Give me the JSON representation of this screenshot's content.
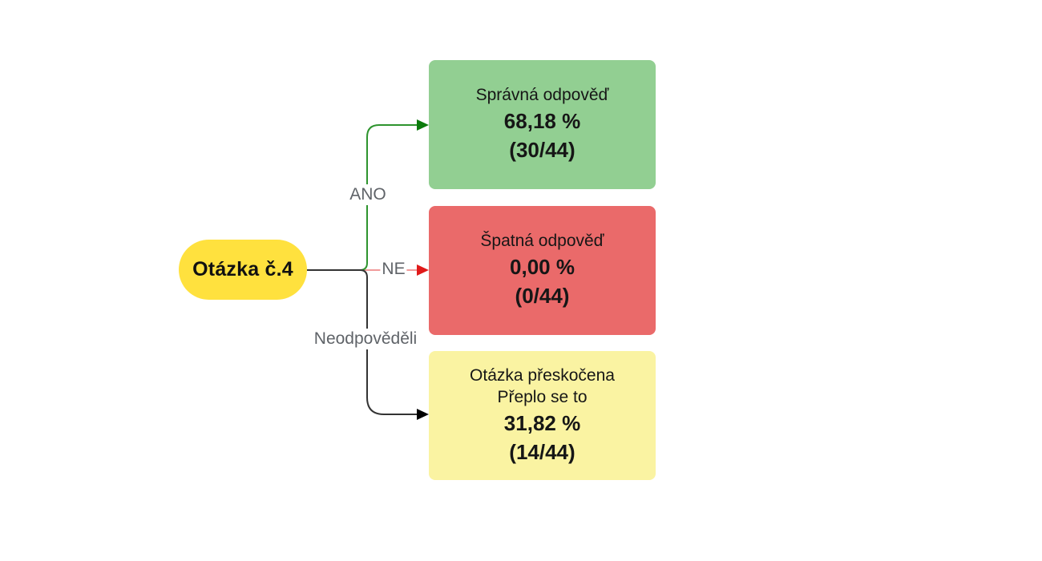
{
  "diagram": {
    "background_color": "#ffffff",
    "node": {
      "label": "Otázka č.4",
      "fill": "#FFE13E"
    },
    "edge_label_color": "#5F6368",
    "edges": {
      "yes": {
        "label": "ANO",
        "line_color": "#2E942E",
        "arrow_color": "#0B7B0B"
      },
      "no": {
        "label": "NE",
        "line_color": "#F19B9B",
        "arrow_color": "#E01A1A"
      },
      "unanswered": {
        "label": "Neodpověděli",
        "line_color": "#333333",
        "arrow_color": "#000000"
      }
    },
    "boxes": {
      "correct": {
        "title": "Správná odpověď",
        "percent": "68,18 %",
        "fraction": "(30/44)",
        "fill": "#92CF92"
      },
      "wrong": {
        "title": "Špatná odpověď",
        "percent": "0,00 %",
        "fraction": "(0/44)",
        "fill": "#EA6A6A"
      },
      "skipped": {
        "title": "Otázka přeskočena",
        "subtitle": "Přeplo se to",
        "percent": "31,82 %",
        "fraction": "(14/44)",
        "fill": "#FAF3A2"
      }
    }
  }
}
